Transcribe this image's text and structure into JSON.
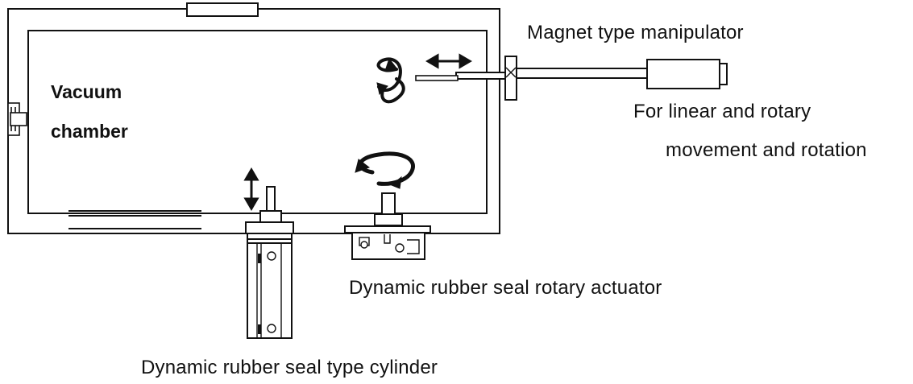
{
  "labels": {
    "chamber_line1": "Vacuum",
    "chamber_line2": "chamber",
    "manipulator_title": "Magnet type manipulator",
    "manipulator_desc_line1": "For linear and rotary",
    "manipulator_desc_line2": "movement and rotation",
    "rotary_actuator": "Dynamic rubber seal rotary actuator",
    "cylinder": "Dynamic rubber seal type cylinder"
  },
  "icons": [
    "rotation-arrow-icon",
    "linear-arrow-icon",
    "vertical-arrow-icon",
    "horizontal-rotation-arrow-icon"
  ],
  "colors": {
    "ink": "#111111",
    "background": "#ffffff"
  }
}
